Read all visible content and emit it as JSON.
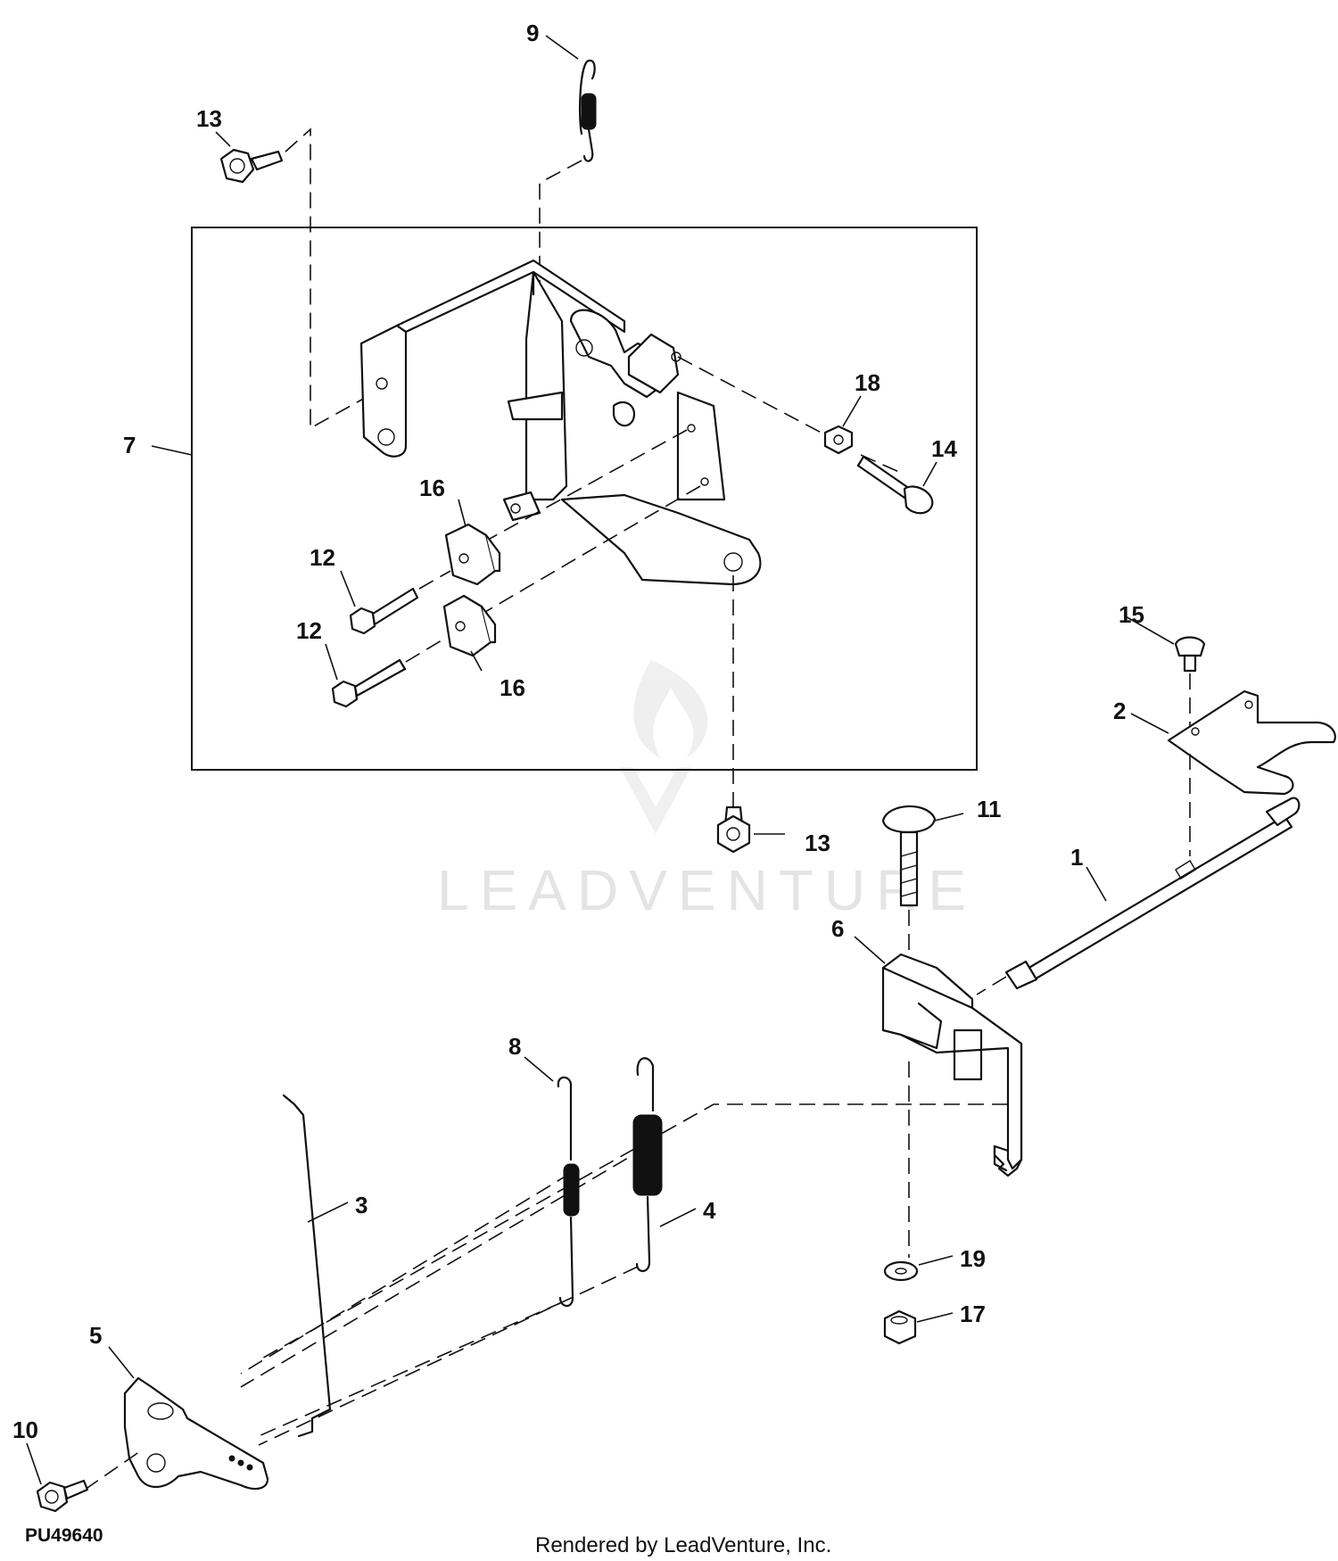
{
  "diagram": {
    "document_id": "PU49640",
    "rendered_by": "Rendered by LeadVenture, Inc.",
    "watermark": "LEADVENTURE",
    "callouts": {
      "c1": "1",
      "c2": "2",
      "c3": "3",
      "c4": "4",
      "c5": "5",
      "c6": "6",
      "c7": "7",
      "c8": "8",
      "c9": "9",
      "c10": "10",
      "c11": "11",
      "c12a": "12",
      "c12b": "12",
      "c13a": "13",
      "c13b": "13",
      "c14": "14",
      "c15": "15",
      "c16a": "16",
      "c16b": "16",
      "c17": "17",
      "c18": "18",
      "c19": "19"
    }
  }
}
